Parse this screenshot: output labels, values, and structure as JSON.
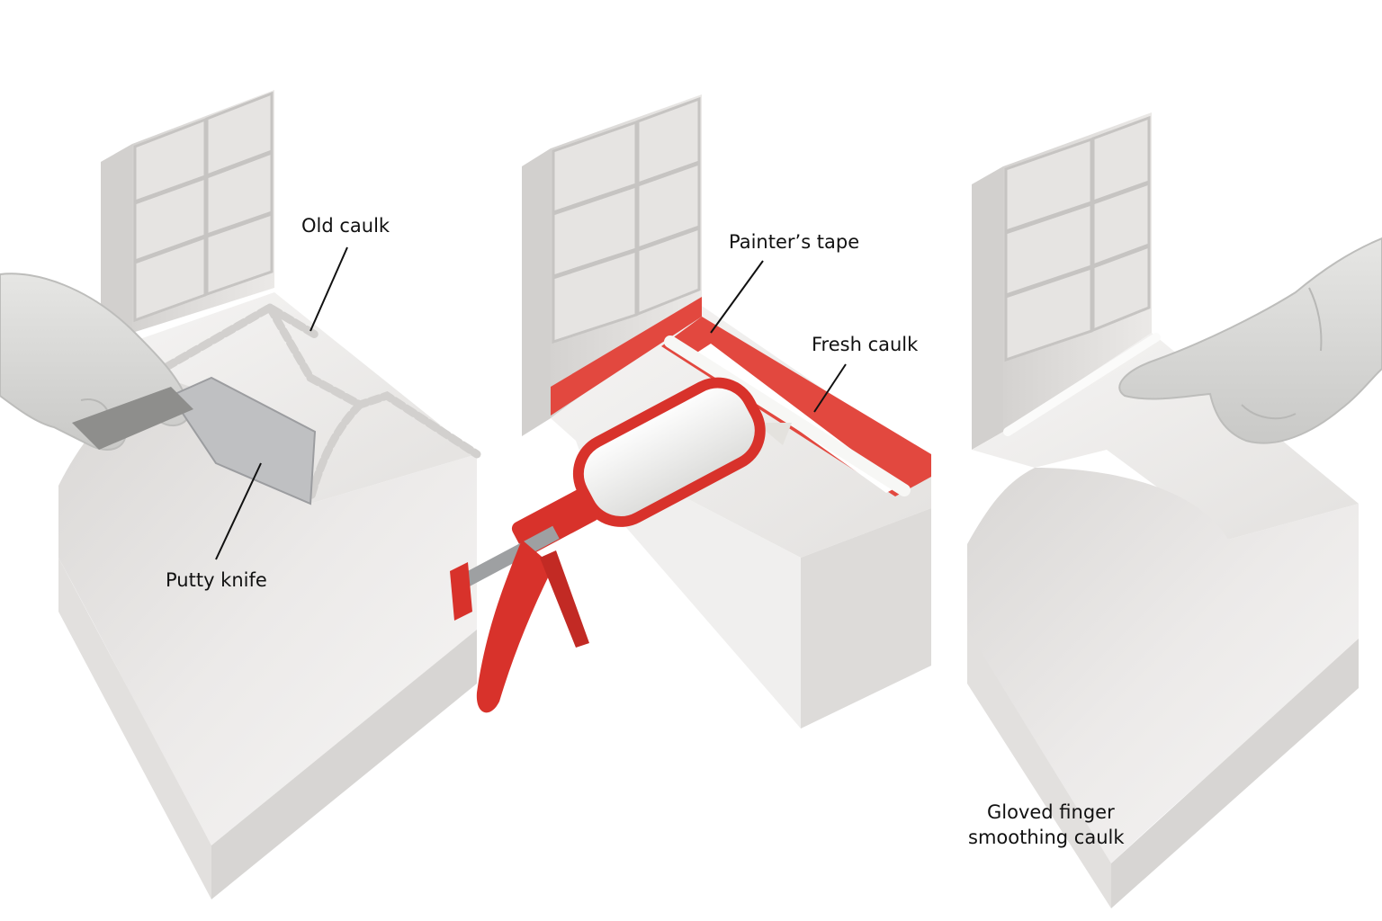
{
  "labels": {
    "old_caulk": "Old caulk",
    "putty_knife": "Putty knife",
    "painters_tape": "Painter’s tape",
    "fresh_caulk": "Fresh caulk",
    "gloved_finger_line1": "Gloved finger",
    "gloved_finger_line2": "smoothing caulk"
  },
  "colors": {
    "background": "#ffffff",
    "surface": "#eeeceb",
    "surface_shade": "#d8d6d4",
    "tile": "#e4e2e0",
    "grout": "#c8c6c4",
    "tape_red": "#e2483f",
    "gun_red": "#d8322b",
    "caulk_white": "#f7f7f5",
    "hand": "#d9d9d7",
    "leader_line": "#111111"
  }
}
